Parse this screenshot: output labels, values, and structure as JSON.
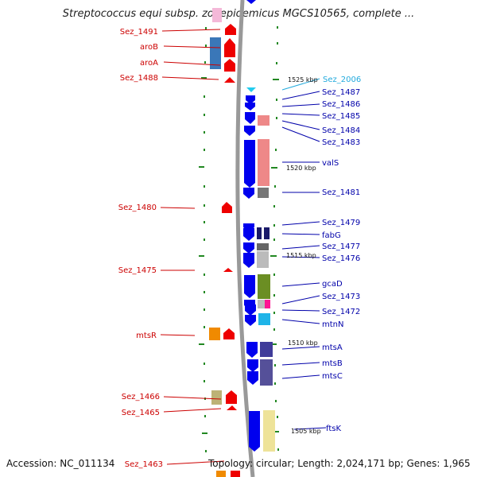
{
  "title": "Streptococcus equi subsp. zooepidemicus MGCS10565, complete ...",
  "footer": {
    "accession": "Accession: NC_011134",
    "topology": "Topology: circular; Length: 2,024,171 bp; Genes: 1,965"
  },
  "left_labels": [
    {
      "text": "Sez_1491",
      "color": "#cc0000"
    },
    {
      "text": "aroB",
      "color": "#cc0000"
    },
    {
      "text": "aroA",
      "color": "#cc0000"
    },
    {
      "text": "Sez_1488",
      "color": "#cc0000"
    },
    {
      "text": "Sez_1480",
      "color": "#cc0000"
    },
    {
      "text": "Sez_1475",
      "color": "#cc0000"
    },
    {
      "text": "mtsR",
      "color": "#cc0000"
    },
    {
      "text": "Sez_1466",
      "color": "#cc0000"
    },
    {
      "text": "Sez_1465",
      "color": "#cc0000"
    },
    {
      "text": "Sez_1463",
      "color": "#cc0000"
    }
  ],
  "right_labels": [
    {
      "text": "Sez_2006",
      "color": "#22aadd"
    },
    {
      "text": "Sez_1487",
      "color": "#0000aa"
    },
    {
      "text": "Sez_1486",
      "color": "#0000aa"
    },
    {
      "text": "Sez_1485",
      "color": "#0000aa"
    },
    {
      "text": "Sez_1484",
      "color": "#0000aa"
    },
    {
      "text": "Sez_1483",
      "color": "#0000aa"
    },
    {
      "text": "valS",
      "color": "#0000aa"
    },
    {
      "text": "Sez_1481",
      "color": "#0000aa"
    },
    {
      "text": "Sez_1479",
      "color": "#0000aa"
    },
    {
      "text": "fabG",
      "color": "#0000aa"
    },
    {
      "text": "Sez_1477",
      "color": "#0000aa"
    },
    {
      "text": "Sez_1476",
      "color": "#0000aa"
    },
    {
      "text": "gcaD",
      "color": "#0000aa"
    },
    {
      "text": "Sez_1473",
      "color": "#0000aa"
    },
    {
      "text": "Sez_1472",
      "color": "#0000aa"
    },
    {
      "text": "mtnN",
      "color": "#0000aa"
    },
    {
      "text": "mtsA",
      "color": "#0000aa"
    },
    {
      "text": "mtsB",
      "color": "#0000aa"
    },
    {
      "text": "mtsC",
      "color": "#0000aa"
    },
    {
      "text": "ftsK",
      "color": "#0000aa"
    }
  ],
  "kbp_labels": [
    "1525 kbp",
    "1520 kbp",
    "1515 kbp",
    "1510 kbp",
    "1505 kbp"
  ],
  "colors": {
    "forward_gene": "#ee0000",
    "reverse_gene": "#0000ee",
    "backbone": "#999999",
    "tick": "#228822"
  }
}
